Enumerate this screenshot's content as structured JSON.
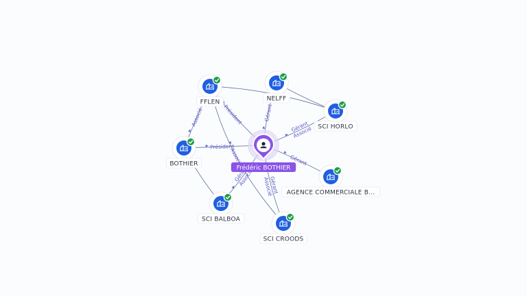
{
  "graph": {
    "center_person": {
      "id": "person",
      "name": "Frédéric BOTHIER"
    },
    "companies": [
      {
        "id": "fflen",
        "name": "FFLEN",
        "verified": true
      },
      {
        "id": "nelff",
        "name": "NELFF",
        "verified": true
      },
      {
        "id": "horlo",
        "name": "SCI HORLO",
        "verified": true
      },
      {
        "id": "bothier",
        "name": "BOTHIER",
        "verified": true
      },
      {
        "id": "agence",
        "name": "AGENCE COMMERCIALE B...",
        "verified": true
      },
      {
        "id": "balboa",
        "name": "SCI BALBOA",
        "verified": true
      },
      {
        "id": "croods",
        "name": "SCI CROODS",
        "verified": true
      }
    ],
    "links": [
      {
        "from": "person",
        "to": "fflen",
        "roles": [
          "Président"
        ]
      },
      {
        "from": "person",
        "to": "nelff",
        "roles": [
          "Gérant"
        ]
      },
      {
        "from": "person",
        "to": "horlo",
        "roles": [
          "Gérant",
          "Associé"
        ]
      },
      {
        "from": "person",
        "to": "bothier",
        "roles": [
          "Président"
        ]
      },
      {
        "from": "person",
        "to": "agence",
        "roles": [
          "Gérant"
        ]
      },
      {
        "from": "person",
        "to": "balboa",
        "roles": [
          "Gérant",
          "Associé"
        ]
      },
      {
        "from": "person",
        "to": "croods",
        "roles": [
          "Gérant",
          "Associé"
        ]
      },
      {
        "from": "fflen",
        "to": "bothier",
        "roles": [
          "Associé"
        ]
      },
      {
        "from": "fflen",
        "to": "croods",
        "roles": [
          "Associé"
        ]
      },
      {
        "from": "fflen",
        "to": "horlo",
        "roles": []
      },
      {
        "from": "nelff",
        "to": "horlo",
        "roles": []
      },
      {
        "from": "bothier",
        "to": "balboa",
        "roles": []
      }
    ],
    "colors": {
      "company": "#1f5fe0",
      "verified_check": "#1f9d4c",
      "person_pin": "#8a54e6",
      "edge": "#6e7fa0",
      "edge_label": "#5a57c9"
    },
    "icons": {
      "company": "building-icon",
      "verified": "check-badge-icon",
      "person": "person-icon"
    }
  }
}
